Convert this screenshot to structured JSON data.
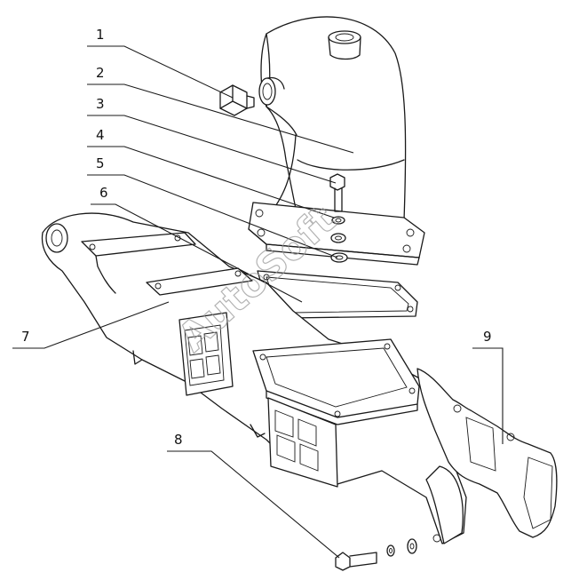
{
  "watermark": "AutoSoft",
  "callouts": [
    {
      "id": "1",
      "label": "1"
    },
    {
      "id": "2",
      "label": "2"
    },
    {
      "id": "3",
      "label": "3"
    },
    {
      "id": "4",
      "label": "4"
    },
    {
      "id": "5",
      "label": "5"
    },
    {
      "id": "6",
      "label": "6"
    },
    {
      "id": "7",
      "label": "7"
    },
    {
      "id": "8",
      "label": "8"
    },
    {
      "id": "9",
      "label": "9"
    }
  ]
}
